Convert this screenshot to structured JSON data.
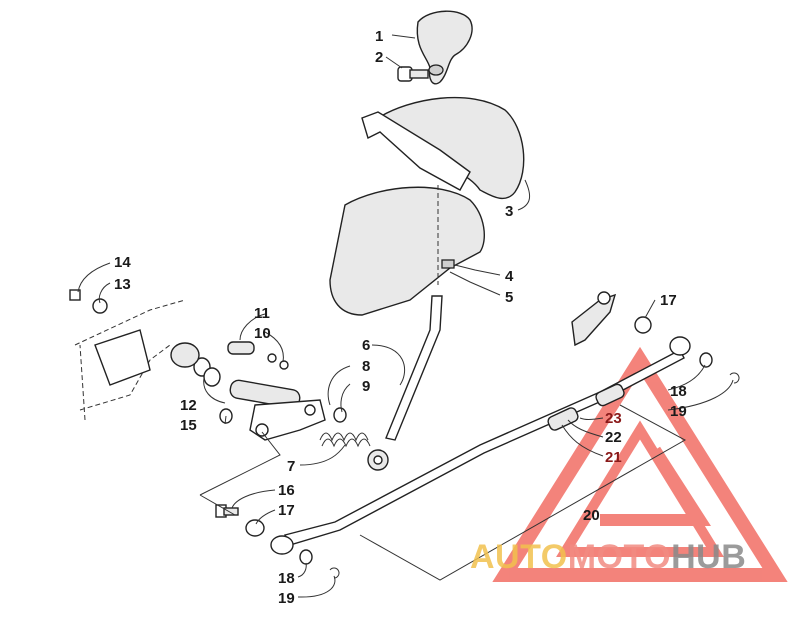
{
  "callouts": [
    {
      "id": "c1",
      "text": "1"
    },
    {
      "id": "c2",
      "text": "2"
    },
    {
      "id": "c3",
      "text": "3"
    },
    {
      "id": "c4",
      "text": "4"
    },
    {
      "id": "c5",
      "text": "5"
    },
    {
      "id": "c6",
      "text": "6"
    },
    {
      "id": "c7",
      "text": "7"
    },
    {
      "id": "c8",
      "text": "8"
    },
    {
      "id": "c9",
      "text": "9"
    },
    {
      "id": "c10",
      "text": "10"
    },
    {
      "id": "c11",
      "text": "11"
    },
    {
      "id": "c12",
      "text": "12"
    },
    {
      "id": "c13",
      "text": "13"
    },
    {
      "id": "c14",
      "text": "14"
    },
    {
      "id": "c15",
      "text": "15"
    },
    {
      "id": "c16",
      "text": "16"
    },
    {
      "id": "c17a",
      "text": "17"
    },
    {
      "id": "c17b",
      "text": "17"
    },
    {
      "id": "c18a",
      "text": "18"
    },
    {
      "id": "c18b",
      "text": "18"
    },
    {
      "id": "c19a",
      "text": "19"
    },
    {
      "id": "c19b",
      "text": "19"
    },
    {
      "id": "c20",
      "text": "20"
    },
    {
      "id": "c21",
      "text": "21"
    },
    {
      "id": "c22",
      "text": "22"
    },
    {
      "id": "c23",
      "text": "23"
    }
  ],
  "watermark": {
    "part1": "AUTO",
    "part2": "MOTO",
    "part3": "HUB",
    "color1": "#f2c14e",
    "color2": "#f28b82",
    "color3": "#8a8a8a",
    "triangle_color": "#f05a4f"
  }
}
